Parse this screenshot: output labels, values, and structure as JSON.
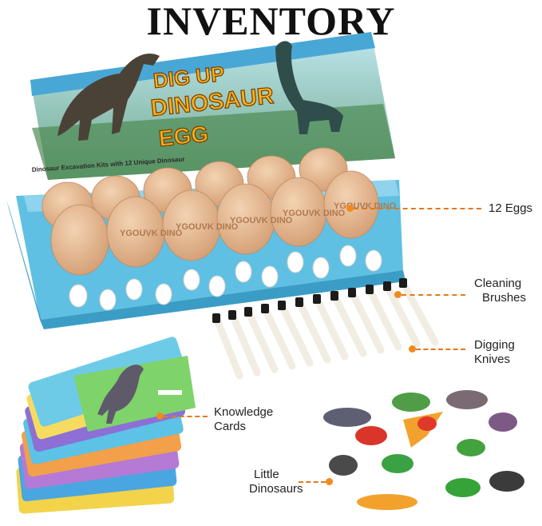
{
  "title": "INVENTORY",
  "box": {
    "headline": [
      "DIG UP",
      "DINOSAUR",
      "EGG"
    ],
    "subtitle": "Dinosaur Excavation Kits with 12 Unique Dinosaur",
    "egg_stamp": "YGOUVK DINO"
  },
  "labels": {
    "eggs": "12 Eggs",
    "brushes_line1": "Cleaning",
    "brushes_line2": "Brushes",
    "knives_line1": "Digging",
    "knives_line2": "Knives",
    "cards_line1": "Knowledge",
    "cards_line2": "Cards",
    "dinos_line1": "Little",
    "dinos_line2": "Dinosaurs"
  },
  "colors": {
    "accent": "#f08a1f",
    "box_blue": "#4fb7dd",
    "egg": "#e8c09a"
  }
}
